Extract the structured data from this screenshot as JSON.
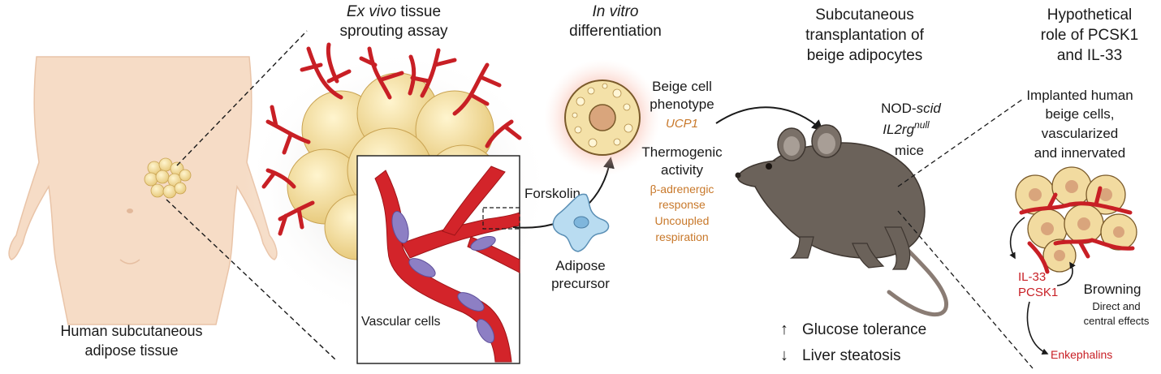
{
  "panels": {
    "human": {
      "caption_line1": "Human subcutaneous",
      "caption_line2": "adipose tissue"
    },
    "sprouting": {
      "title_italic": "Ex vivo",
      "title_rest": " tissue",
      "title_line2": "sprouting assay",
      "inset_label": "Vascular cells"
    },
    "invitro": {
      "title_italic": "In vitro",
      "title_line2": "differentiation",
      "phenotype_line1": "Beige cell",
      "phenotype_line2": "phenotype",
      "marker": "UCP1",
      "thermo_line1": "Thermogenic",
      "thermo_line2": "activity",
      "response_lines": [
        "β-adrenergic",
        "response",
        "Uncoupled",
        "respiration"
      ],
      "forskolin": "Forskolin",
      "precursor_line1": "Adipose",
      "precursor_line2": "precursor"
    },
    "transplant": {
      "title_lines": [
        "Subcutaneous",
        "transplantation of",
        "beige adipocytes"
      ],
      "mouse_line1_plain": "NOD-",
      "mouse_line1_italic": "scid",
      "mouse_line2_italic": "IL2rg",
      "mouse_line2_sup": "null",
      "mouse_line3": "mice",
      "outcomes": [
        {
          "arrow": "↑",
          "label": "Glucose tolerance"
        },
        {
          "arrow": "↓",
          "label": "Liver steatosis"
        }
      ]
    },
    "hypothesis": {
      "title_lines": [
        "Hypothetical",
        "role of PCSK1",
        "and IL-33"
      ],
      "implant_lines": [
        "Implanted human",
        "beige cells,",
        "vascularized",
        "and innervated"
      ],
      "factors": [
        "IL-33",
        "PCSK1"
      ],
      "browning": "Browning",
      "effects_lines": [
        "Direct and",
        "central effects"
      ],
      "enkephalins": "Enkephalins"
    }
  },
  "colors": {
    "vessel": "#c81f25",
    "fat": "#eed9a0",
    "skin": "#f6dcc6",
    "mouse": "#6b625a",
    "orange_text": "#c8782a",
    "red_text": "#c81f25",
    "precursor": "#8cc3e6",
    "glow": "#f39b86"
  }
}
